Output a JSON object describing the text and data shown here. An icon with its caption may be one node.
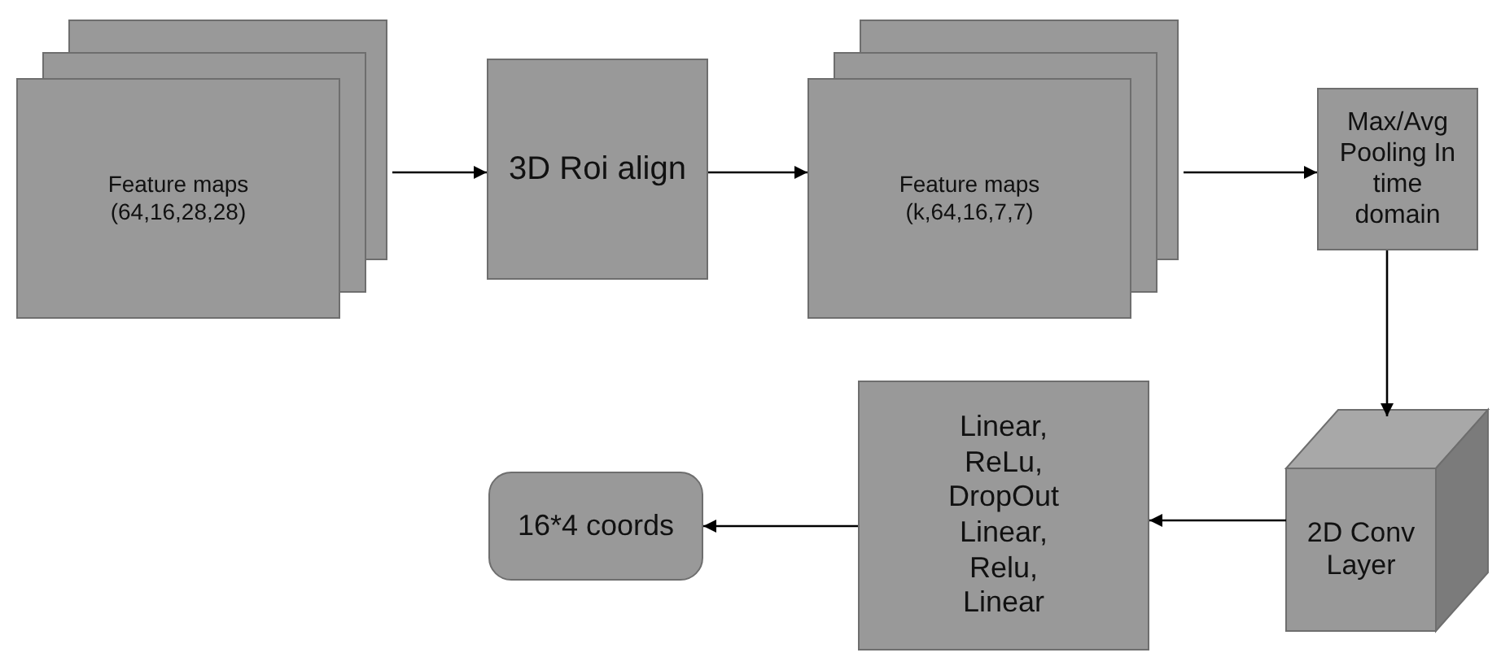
{
  "diagram": {
    "nodes": [
      {
        "text": [
          "Feature maps",
          "(64,16,28,28)"
        ]
      },
      {
        "text": [
          "3D Roi align"
        ]
      },
      {
        "text": [
          "Feature maps",
          "(k,64,16,7,7)"
        ]
      },
      {
        "text": [
          "Max/Avg Pooling In time domain"
        ]
      },
      {
        "text": [
          "2D Conv Layer"
        ]
      },
      {
        "text": [
          "Linear, ReLu, DropOut Linear, Relu, Linear"
        ]
      },
      {
        "text": [
          "16*4 coords"
        ]
      }
    ],
    "edges": [
      {
        "from": 0,
        "to": 1,
        "arrow": "to"
      },
      {
        "from": 1,
        "to": 2,
        "arrow": "to"
      },
      {
        "from": 2,
        "to": 3,
        "arrow": "to"
      },
      {
        "from": 3,
        "to": 4,
        "arrow": "to"
      },
      {
        "from": 4,
        "to": 5,
        "arrow": "to"
      },
      {
        "from": 5,
        "to": 6,
        "arrow": "to"
      }
    ]
  }
}
